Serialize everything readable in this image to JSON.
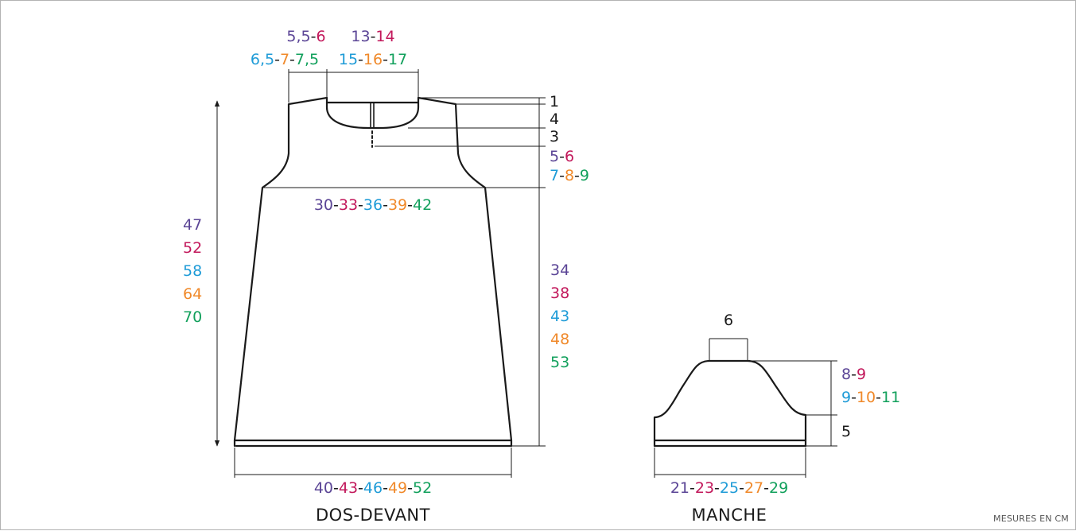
{
  "colors": {
    "text": "#1a1a1a",
    "purple": "#5b4596",
    "magenta": "#c2185b",
    "blue": "#1e9bd7",
    "orange": "#f0892a",
    "green": "#12a05c",
    "frame": "#b3b3b3"
  },
  "unit_note": "MESURES EN CM",
  "body_piece": {
    "title": "DOS-DEVANT",
    "shoulder_width": [
      {
        "text": "5,5",
        "color": "purple"
      },
      {
        "text": "-",
        "color": "text"
      },
      {
        "text": "6",
        "color": "magenta"
      }
    ],
    "shoulder_width_large": [
      {
        "text": "6,5",
        "color": "blue"
      },
      {
        "text": "-",
        "color": "text"
      },
      {
        "text": "7",
        "color": "orange"
      },
      {
        "text": "-",
        "color": "text"
      },
      {
        "text": "7,5",
        "color": "green"
      }
    ],
    "neck_width": [
      {
        "text": "13",
        "color": "purple"
      },
      {
        "text": "-",
        "color": "text"
      },
      {
        "text": "14",
        "color": "magenta"
      }
    ],
    "neck_width_large": [
      {
        "text": "15",
        "color": "blue"
      },
      {
        "text": "-",
        "color": "text"
      },
      {
        "text": "16",
        "color": "orange"
      },
      {
        "text": "-",
        "color": "text"
      },
      {
        "text": "17",
        "color": "green"
      }
    ],
    "shoulder_slope": [
      {
        "text": "1",
        "color": "text"
      }
    ],
    "neck_depth": [
      {
        "text": "4",
        "color": "text"
      }
    ],
    "slit_depth": [
      {
        "text": "3",
        "color": "text"
      }
    ],
    "armhole_small": [
      {
        "text": "5",
        "color": "purple"
      },
      {
        "text": "-",
        "color": "text"
      },
      {
        "text": "6",
        "color": "magenta"
      }
    ],
    "armhole_large": [
      {
        "text": "7",
        "color": "blue"
      },
      {
        "text": "-",
        "color": "text"
      },
      {
        "text": "8",
        "color": "orange"
      },
      {
        "text": "-",
        "color": "text"
      },
      {
        "text": "9",
        "color": "green"
      }
    ],
    "chest_width": [
      {
        "text": "30",
        "color": "purple"
      },
      {
        "text": "-",
        "color": "text"
      },
      {
        "text": "33",
        "color": "magenta"
      },
      {
        "text": "-",
        "color": "text"
      },
      {
        "text": "36",
        "color": "blue"
      },
      {
        "text": "-",
        "color": "text"
      },
      {
        "text": "39",
        "color": "orange"
      },
      {
        "text": "-",
        "color": "text"
      },
      {
        "text": "42",
        "color": "green"
      }
    ],
    "total_length": [
      {
        "text": "47",
        "color": "purple"
      },
      {
        "text": "52",
        "color": "magenta"
      },
      {
        "text": "58",
        "color": "blue"
      },
      {
        "text": "64",
        "color": "orange"
      },
      {
        "text": "70",
        "color": "green"
      }
    ],
    "body_length": [
      {
        "text": "34",
        "color": "purple"
      },
      {
        "text": "38",
        "color": "magenta"
      },
      {
        "text": "43",
        "color": "blue"
      },
      {
        "text": "48",
        "color": "orange"
      },
      {
        "text": "53",
        "color": "green"
      }
    ],
    "hem_width": [
      {
        "text": "40",
        "color": "purple"
      },
      {
        "text": "-",
        "color": "text"
      },
      {
        "text": "43",
        "color": "magenta"
      },
      {
        "text": "-",
        "color": "text"
      },
      {
        "text": "46",
        "color": "blue"
      },
      {
        "text": "-",
        "color": "text"
      },
      {
        "text": "49",
        "color": "orange"
      },
      {
        "text": "-",
        "color": "text"
      },
      {
        "text": "52",
        "color": "green"
      }
    ]
  },
  "sleeve_piece": {
    "title": "MANCHE",
    "top_width": [
      {
        "text": "6",
        "color": "text"
      }
    ],
    "cap_height_small": [
      {
        "text": "8",
        "color": "purple"
      },
      {
        "text": "-",
        "color": "text"
      },
      {
        "text": "9",
        "color": "magenta"
      }
    ],
    "cap_height_large": [
      {
        "text": "9",
        "color": "blue"
      },
      {
        "text": "-",
        "color": "text"
      },
      {
        "text": "10",
        "color": "orange"
      },
      {
        "text": "-",
        "color": "text"
      },
      {
        "text": "11",
        "color": "green"
      }
    ],
    "lower_height": [
      {
        "text": "5",
        "color": "text"
      }
    ],
    "width": [
      {
        "text": "21",
        "color": "purple"
      },
      {
        "text": "-",
        "color": "text"
      },
      {
        "text": "23",
        "color": "magenta"
      },
      {
        "text": "-",
        "color": "text"
      },
      {
        "text": "25",
        "color": "blue"
      },
      {
        "text": "-",
        "color": "text"
      },
      {
        "text": "27",
        "color": "orange"
      },
      {
        "text": "-",
        "color": "text"
      },
      {
        "text": "29",
        "color": "green"
      }
    ]
  }
}
